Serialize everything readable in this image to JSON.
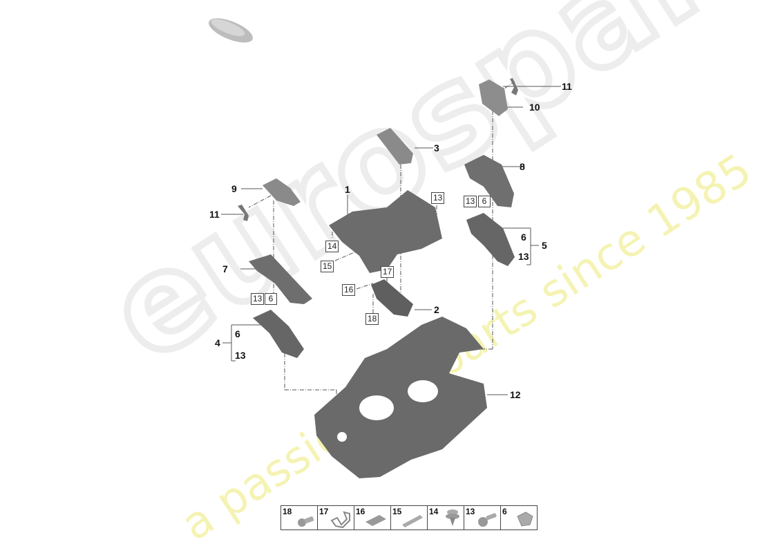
{
  "watermark": {
    "logo_text": "eurospares",
    "tagline": "a passion for parts since 1985",
    "logo_color": "#ececec",
    "tagline_color": "#f4f2a6"
  },
  "diagram": {
    "callouts": [
      {
        "id": "c1",
        "label": "1"
      },
      {
        "id": "c2",
        "label": "2"
      },
      {
        "id": "c3",
        "label": "3"
      },
      {
        "id": "c4",
        "label": "4"
      },
      {
        "id": "c5",
        "label": "5"
      },
      {
        "id": "c7",
        "label": "7"
      },
      {
        "id": "c8",
        "label": "8"
      },
      {
        "id": "c9",
        "label": "9"
      },
      {
        "id": "c10",
        "label": "10"
      },
      {
        "id": "c11a",
        "label": "11"
      },
      {
        "id": "c11b",
        "label": "11"
      },
      {
        "id": "c12",
        "label": "12"
      },
      {
        "id": "c4_6",
        "label": "6"
      },
      {
        "id": "c4_13",
        "label": "13"
      },
      {
        "id": "c5_6",
        "label": "6"
      },
      {
        "id": "c5_13",
        "label": "13"
      }
    ],
    "boxed_refs": [
      {
        "id": "b13_top",
        "label": "13"
      },
      {
        "id": "b13_r",
        "label": "13"
      },
      {
        "id": "b6_r",
        "label": "6"
      },
      {
        "id": "b14",
        "label": "14"
      },
      {
        "id": "b15",
        "label": "15"
      },
      {
        "id": "b16",
        "label": "16"
      },
      {
        "id": "b17",
        "label": "17"
      },
      {
        "id": "b18",
        "label": "18"
      },
      {
        "id": "b13_l",
        "label": "13"
      },
      {
        "id": "b6_l",
        "label": "6"
      }
    ]
  },
  "legend": {
    "items": [
      {
        "number": "18",
        "icon": "screw-flange-icon"
      },
      {
        "number": "17",
        "icon": "clip-bracket-icon"
      },
      {
        "number": "16",
        "icon": "plate-bracket-icon"
      },
      {
        "number": "15",
        "icon": "strip-icon"
      },
      {
        "number": "14",
        "icon": "push-rivet-icon"
      },
      {
        "number": "13",
        "icon": "screw-icon"
      },
      {
        "number": "6",
        "icon": "nut-clip-icon"
      }
    ]
  }
}
